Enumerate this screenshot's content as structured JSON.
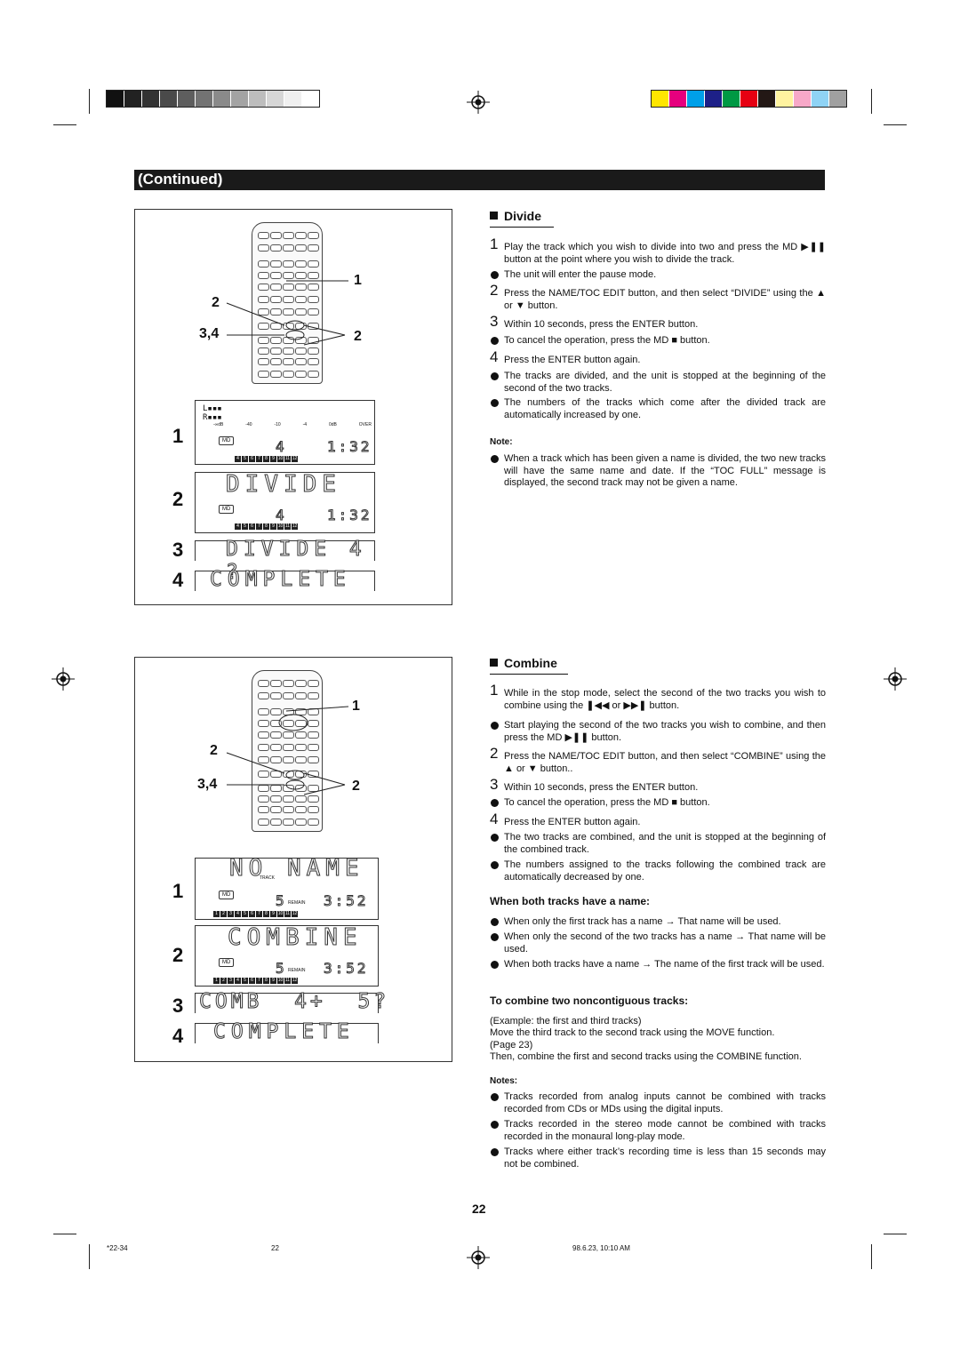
{
  "header": {
    "continued": "(Continued)"
  },
  "colors": {
    "grays": [
      "#111111",
      "#222222",
      "#333333",
      "#4a4a4a",
      "#5e5e5e",
      "#737373",
      "#8a8a8a",
      "#a3a3a3",
      "#bdbdbd",
      "#d6d6d6",
      "#f0f0f0",
      "#ffffff"
    ],
    "process": [
      "#ffe600",
      "#e6007e",
      "#00a0e9",
      "#1d2088",
      "#009944",
      "#e60012",
      "#231815",
      "#fff3a0",
      "#f7a8c8",
      "#8fd3f5",
      "#a0a0a0"
    ]
  },
  "divide_figure": {
    "callouts": {
      "c1": "1",
      "c2": "2",
      "c34": "3,4",
      "c2b": "2"
    },
    "steps": [
      "1",
      "2",
      "3",
      "4"
    ],
    "lcd1": {
      "track": "4",
      "time": "1:32",
      "md": "MD",
      "scale": [
        "-∞dB",
        "-40",
        "-10",
        "-4",
        "0dB",
        "OVER"
      ],
      "tracks": [
        "4",
        "5",
        "6",
        "7",
        "8",
        "9",
        "10",
        "11",
        "12"
      ]
    },
    "lcd2": {
      "title": "DIVIDE",
      "track": "4",
      "time": "1:32",
      "md": "MD",
      "tracks": [
        "4",
        "5",
        "6",
        "7",
        "8",
        "9",
        "10",
        "11",
        "12"
      ]
    },
    "lcd3": "DIVIDE 4 ?",
    "lcd4": "COMPLETE"
  },
  "combine_figure": {
    "callouts": {
      "c1": "1",
      "c2": "2",
      "c34": "3,4",
      "c2b": "2"
    },
    "steps": [
      "1",
      "2",
      "3",
      "4"
    ],
    "lcd1": {
      "title": "NO NAME",
      "track_label": "TRACK",
      "track": "5",
      "remain": "REMAIN",
      "time": "3:52",
      "md": "MD",
      "tracks": [
        "1",
        "2",
        "3",
        "4",
        "5",
        "6",
        "7",
        "8",
        "9",
        "10",
        "11",
        "12"
      ]
    },
    "lcd2": {
      "title": "COMBINE",
      "track": "5",
      "remain": "REMAIN",
      "time": "3:52",
      "md": "MD",
      "tracks": [
        "1",
        "2",
        "3",
        "4",
        "5",
        "6",
        "7",
        "8",
        "9",
        "10",
        "11",
        "12"
      ]
    },
    "lcd3": "COMB  4+  5?",
    "lcd4": "COMPLETE"
  },
  "divide": {
    "title": "Divide",
    "items": [
      {
        "kind": "num",
        "label": "1",
        "text": "Play the track which you wish to divide into two and press the MD ▶❚❚ button at the point where you wish to divide the track."
      },
      {
        "kind": "dot",
        "label": "",
        "text": "The unit will enter the pause mode."
      },
      {
        "kind": "num",
        "label": "2",
        "text": "Press the NAME/TOC EDIT button, and then select “DIVIDE” using the ▲ or ▼ button."
      },
      {
        "kind": "num",
        "label": "3",
        "text": "Within 10 seconds, press the ENTER button."
      },
      {
        "kind": "dot",
        "label": "",
        "text": "To cancel the operation, press the MD ■ button."
      },
      {
        "kind": "num",
        "label": "4",
        "text": "Press the ENTER button again."
      },
      {
        "kind": "dot",
        "label": "",
        "text": "The tracks are divided, and the unit is stopped at the beginning of the second of the two tracks."
      },
      {
        "kind": "dot",
        "label": "",
        "text": "The numbers of the tracks which come after the divided track are automatically increased by one."
      }
    ],
    "note_label": "Note:",
    "note": "When a track which has been given a name is divided, the two new tracks will have the same name and date. If the “TOC FULL” message is displayed, the second track may not be given a name."
  },
  "combine": {
    "title": "Combine",
    "items": [
      {
        "kind": "num",
        "label": "1",
        "text": "While in the stop mode, select the second of the two tracks you wish to combine using the ❚◀◀ or ▶▶❚ button."
      },
      {
        "kind": "dot",
        "label": "",
        "text": "Start playing the second of the two tracks you wish to combine, and then press the MD ▶❚❚ button."
      },
      {
        "kind": "num",
        "label": "2",
        "text": "Press the NAME/TOC EDIT button, and then select “COMBINE” using the ▲ or ▼ button.."
      },
      {
        "kind": "num",
        "label": "3",
        "text": "Within 10 seconds, press the ENTER button."
      },
      {
        "kind": "dot",
        "label": "",
        "text": "To cancel the operation, press the MD ■ button."
      },
      {
        "kind": "num",
        "label": "4",
        "text": "Press the ENTER button again."
      },
      {
        "kind": "dot",
        "label": "",
        "text": "The two tracks are combined, and the unit is stopped at the beginning of the combined track."
      },
      {
        "kind": "dot",
        "label": "",
        "text": "The numbers assigned to the tracks following the combined track are automatically decreased by one."
      }
    ],
    "both_named_title": "When both tracks have a name:",
    "both_named": [
      "When only the first track has a name → That name will be used.",
      "When only the second of the two tracks has a name → That name will be used.",
      "When both tracks have a name → The name of the first track will be used."
    ],
    "noncontig_title": "To combine two noncontiguous tracks:",
    "noncontig_lines": [
      "(Example: the first and third tracks)",
      "Move the third track to the second track using the MOVE function. (Page 23)",
      "Then, combine the first and second tracks using the COMBINE function."
    ],
    "notes_label": "Notes:",
    "notes": [
      "Tracks recorded from analog inputs cannot be combined with tracks recorded from CDs or MDs using the digital inputs.",
      "Tracks recorded in the stereo mode cannot be combined with tracks recorded in the monaural long-play mode.",
      "Tracks where either track’s recording time is less than 15 seconds may not be combined."
    ]
  },
  "page_number": "22",
  "footer": {
    "left": "*22-34",
    "center": "22",
    "right": "98.6.23, 10:10 AM"
  }
}
